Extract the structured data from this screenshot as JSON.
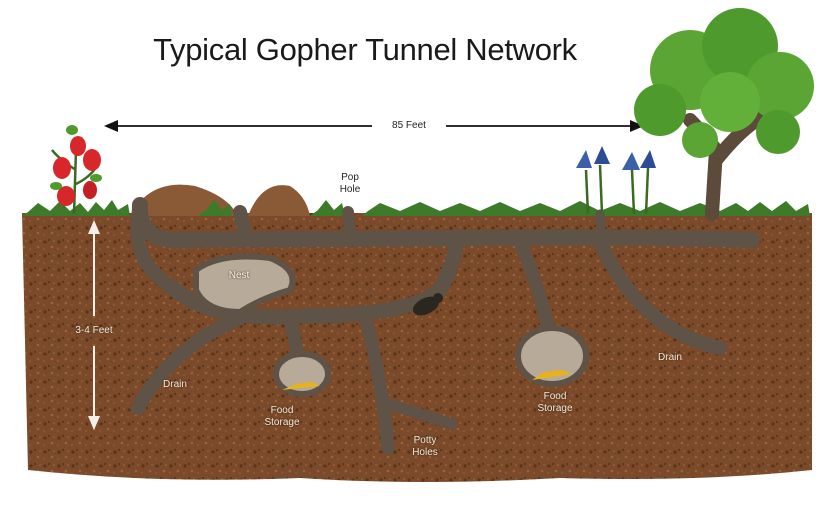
{
  "title": "Typical Gopher Tunnel Network",
  "measurements": {
    "width": "85 Feet",
    "depth": "3-4 Feet"
  },
  "labels": {
    "pop_hole": [
      "Pop",
      "Hole"
    ],
    "nest": "Nest",
    "drain_left": "Drain",
    "drain_right": "Drain",
    "food_storage_left": [
      "Food",
      "Storage"
    ],
    "food_storage_right": [
      "Food",
      "Storage"
    ],
    "potty_holes": [
      "Potty",
      "Holes"
    ]
  },
  "colors": {
    "soil": "#7a4a2a",
    "soil_dark": "#5a3318",
    "tunnel": "#5e5346",
    "tunnel_light": "#b7aa98",
    "grass": "#3d7a2a",
    "leaf": "#5aa534",
    "trunk": "#5c4a3a",
    "berry": "#d8272a",
    "flower": "#3c5fa8"
  }
}
